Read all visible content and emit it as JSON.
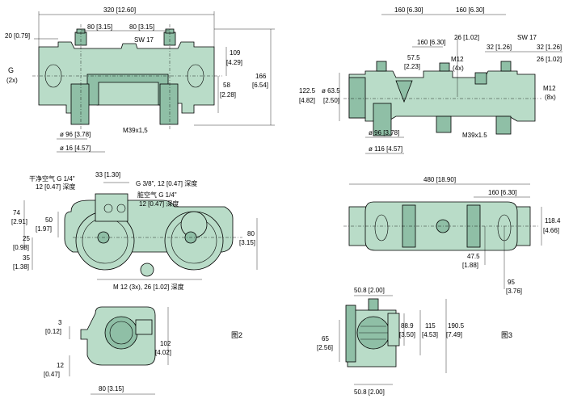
{
  "fig2_label": "图2",
  "fig3_label": "图3",
  "fig2": {
    "top": {
      "overall_width": "320 [12.60]",
      "flange": "20 [0.79]",
      "pitch_a": "80 [3.15]",
      "pitch_b": "80 [3.15]",
      "wrench": "SW 17",
      "g_label": "G",
      "g_count": "(2x)",
      "h109": "109",
      "h109_in": "[4.29]",
      "h58": "58",
      "h58_in": "[2.28]",
      "h166": "166",
      "h166_in": "[6.54]",
      "dia96": "ø 96 [3.78]",
      "thread": "M39x1,5",
      "dia16": "ø  16 [4.57]"
    },
    "mid": {
      "clean_air": "干净空气 G 1/4\"",
      "clean_air_depth": "12 [0.47] 深度",
      "d33": "33 [1.30]",
      "g38": "G 3/8\", 12 [0.47] 深度",
      "dirty_air": "脏空气 G 1/4\"",
      "dirty_air_depth": "12 [0.47] 深度",
      "v74": "74",
      "v74_in": "[2.91]",
      "v50": "50",
      "v50_in": "[1.97]",
      "v25": "25",
      "v25_in": "[0.98]",
      "v35": "35",
      "v35_in": "[1.38]",
      "v80": "80",
      "v80_in": "[3.15]",
      "m12": "M 12 (3x), 26 [1.02] 深度"
    },
    "bottom": {
      "v3": "3",
      "v3_in": "[0.12]",
      "v12": "12",
      "v12_in": "[0.47]",
      "v102": "102",
      "v102_in": "[4.02]",
      "w80": "80 [3.15]"
    }
  },
  "fig3": {
    "top": {
      "p160a": "160 [6.30]",
      "p160b": "160 [6.30]",
      "p160c": "160 [6.30]",
      "d26a": "26 [1.02]",
      "wrench": "SW 17",
      "d32a": "32 [1.26]",
      "d32b": "32 [1.26]",
      "d26b": "26 [1.02]",
      "d575": "57.5",
      "d575_in": "[2.23]",
      "m12a": "M12",
      "m12a_count": "(4x)",
      "m12b": "M12",
      "m12b_count": "(8x)",
      "h1225": "122.5",
      "h1225_in": "[4.82]",
      "dia635": "ø 63.5",
      "dia635_in": "[2.50]",
      "dia96": "ø 96 [3.78]",
      "thread": "M39x1.5",
      "dia116": "ø 116 [4.57]"
    },
    "mid": {
      "w480": "480 [18.90]",
      "p160": "160 [6.30]",
      "h1184": "118.4",
      "h1184_in": "[4.66]",
      "d475": "47.5",
      "d475_in": "[1.88]",
      "d95": "95",
      "d95_in": "[3.76]"
    },
    "bottom": {
      "w508top": "50.8 [2.00]",
      "h889": "88.9",
      "h889_in": "[3.50]",
      "h115": "115",
      "h115_in": "[4.53]",
      "h1905": "190.5",
      "h1905_in": "[7.49]",
      "h65": "65",
      "h65_in": "[2.56]",
      "w508bot": "50.8 [2.00]"
    }
  }
}
